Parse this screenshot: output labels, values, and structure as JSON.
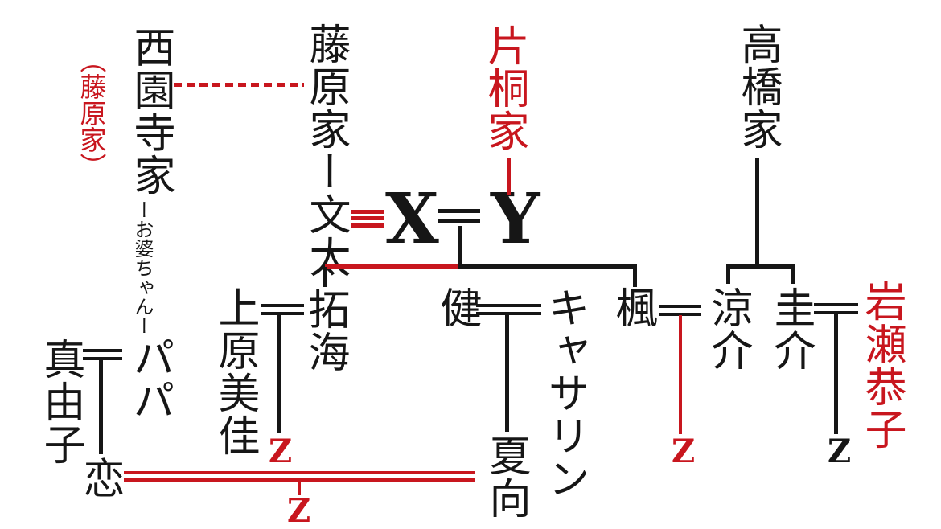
{
  "colors": {
    "red": "#c8161e",
    "ink": "#161616",
    "background": "#ffffff"
  },
  "families": {
    "saionji": {
      "name": "西園寺家",
      "note": "（藤原家）"
    },
    "fujiwara": {
      "name": "藤原家ー文太"
    },
    "katagiri": {
      "name": "片桐家"
    },
    "takahashi": {
      "name": "高橋家"
    }
  },
  "people": {
    "x": "X",
    "y": "Y",
    "grandma": "ーお婆ちゃんー",
    "papa": "パパ",
    "mayuko": "真由子",
    "ren": "恋",
    "uehara_mika": "上原美佳",
    "takumi": "拓海",
    "ken": "健",
    "catherine": "キャサリン",
    "natsuhi": "夏向",
    "kaede": "楓",
    "ryosuke": "涼介",
    "keisuke": "圭介",
    "iwase_kyoko": "岩瀬恭子",
    "z": "Z"
  }
}
